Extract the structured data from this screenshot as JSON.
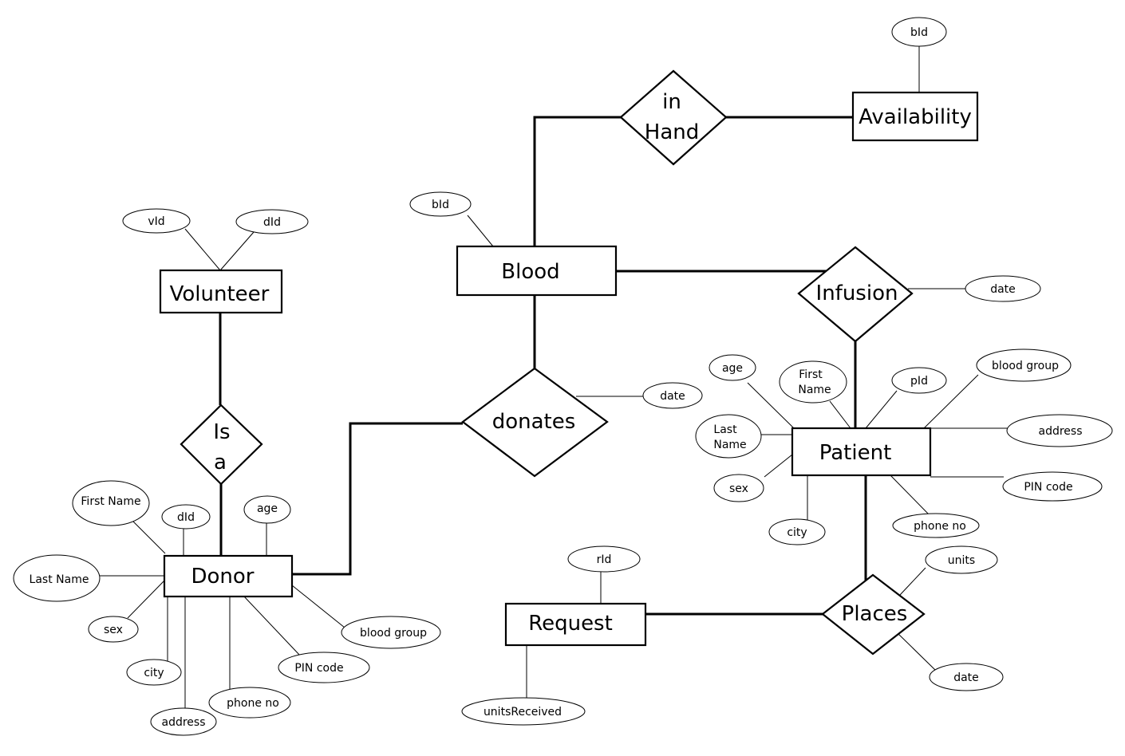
{
  "entities": {
    "availability": "Availability",
    "blood": "Blood",
    "volunteer": "Volunteer",
    "donor": "Donor",
    "patient": "Patient",
    "request": "Request"
  },
  "relationships": {
    "in_hand": [
      "in",
      "Hand"
    ],
    "infusion": "Infusion",
    "donates": "donates",
    "is_a": [
      "Is",
      "a"
    ],
    "places": "Places"
  },
  "attributes": {
    "availability": {
      "bid": "bId"
    },
    "blood": {
      "bid": "bId"
    },
    "volunteer": {
      "vid": "vId",
      "did": "dId"
    },
    "infusion": {
      "date": "date"
    },
    "donates": {
      "date": "date"
    },
    "patient": {
      "age": "age",
      "first_name": [
        "First",
        "Name"
      ],
      "pid": "pId",
      "blood_group": "blood group",
      "last_name": [
        "Last",
        "Name"
      ],
      "address": "address",
      "sex": "sex",
      "pin_code": "PIN code",
      "city": "city",
      "phone_no": "phone no"
    },
    "places": {
      "units": "units",
      "date": "date"
    },
    "request": {
      "rid": "rId",
      "units_received": "unitsReceived"
    },
    "donor": {
      "first_name": "First Name",
      "did": "dId",
      "age": "age",
      "last_name": "Last Name",
      "sex": "sex",
      "blood_group": "blood group",
      "city": "city",
      "pin_code": "PIN code",
      "phone_no": "phone no",
      "address": "address"
    }
  }
}
